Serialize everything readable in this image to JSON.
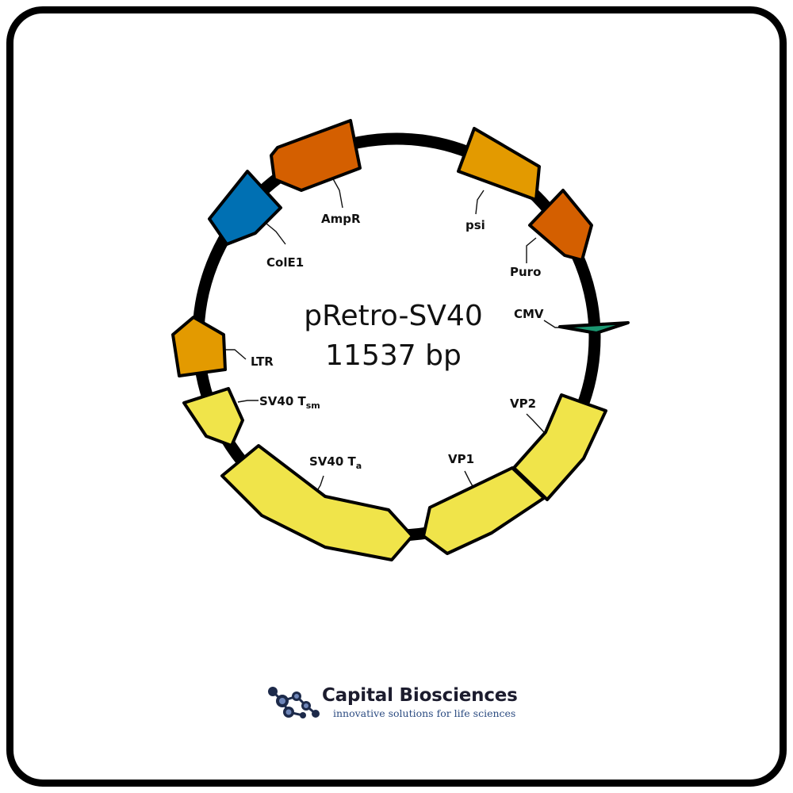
{
  "plasmid": {
    "name": "pRetro-SV40",
    "size": "11537 bp"
  },
  "features": [
    {
      "id": "ampr",
      "label": "AmpR",
      "color": "#d45f00"
    },
    {
      "id": "psi",
      "label": "psi",
      "color": "#e39a00"
    },
    {
      "id": "puro",
      "label": "Puro",
      "color": "#d45f00"
    },
    {
      "id": "cmv",
      "label": "CMV",
      "color": "#1a9670"
    },
    {
      "id": "vp2",
      "label": "VP2",
      "color": "#f0e44a"
    },
    {
      "id": "vp1",
      "label": "VP1",
      "color": "#f0e44a"
    },
    {
      "id": "sv40-ta",
      "label": "SV40 T",
      "sub": "a",
      "color": "#f0e44a"
    },
    {
      "id": "sv40-tsm",
      "label": "SV40 T",
      "sub": "sm",
      "color": "#f0e44a"
    },
    {
      "id": "ltr",
      "label": "LTR",
      "color": "#e39a00"
    },
    {
      "id": "cole1",
      "label": "ColE1",
      "color": "#0070b3"
    }
  ],
  "logo": {
    "name": "Capital Biosciences",
    "tagline": "innovative solutions for life sciences"
  }
}
